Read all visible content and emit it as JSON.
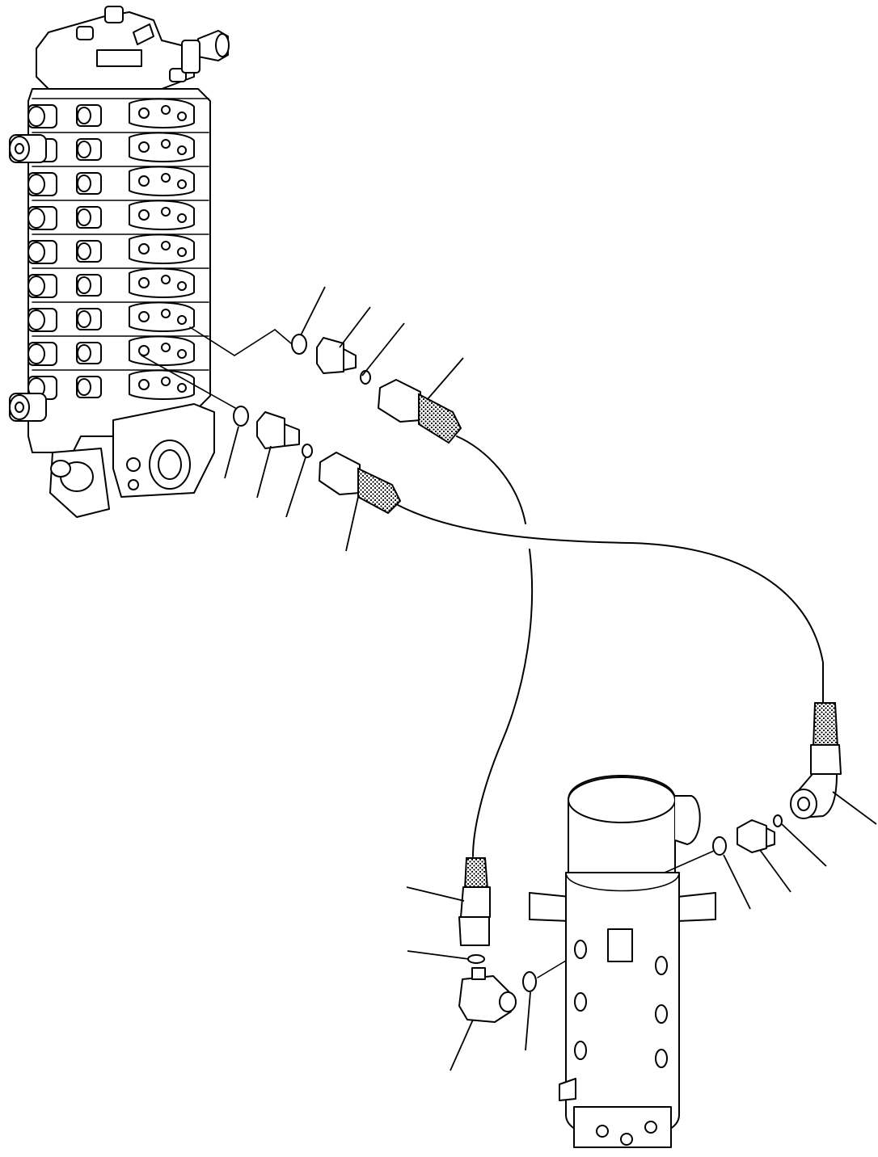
{
  "diagram": {
    "labels": [],
    "components": [
      {
        "name": "control-valve"
      },
      {
        "name": "swivel-joint"
      },
      {
        "name": "hose-upper"
      },
      {
        "name": "hose-lower"
      },
      {
        "name": "connector"
      },
      {
        "name": "o-ring"
      },
      {
        "name": "elbow-fitting"
      }
    ]
  }
}
